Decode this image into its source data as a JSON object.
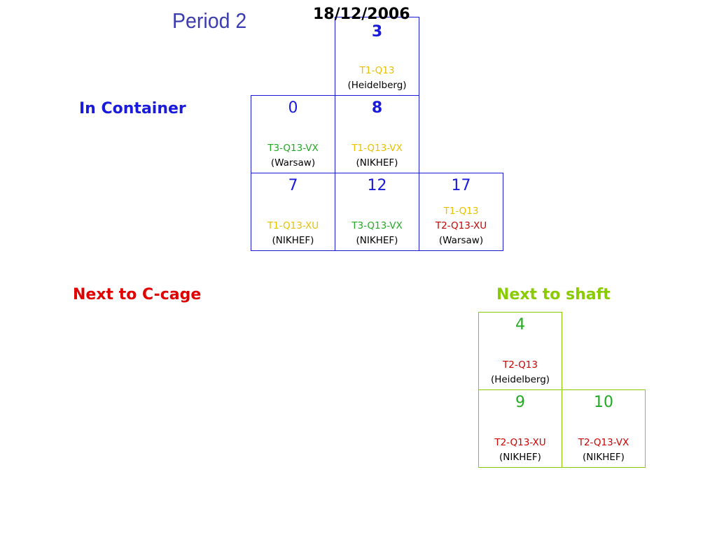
{
  "header": {
    "period": "Period 2",
    "date": "18/12/2006"
  },
  "colors": {
    "title_blue": "#3d3db2",
    "cell_blue": "#1a1adc",
    "t1_yellow": "#e8c000",
    "t2_red": "#cc0000",
    "t3_green": "#22aa22",
    "shaft_green": "#88cc00",
    "cage_red": "#e00000"
  },
  "container": {
    "label": "In Container",
    "cells": [
      {
        "number": "3",
        "lines": [
          "T1-Q13",
          "(Heidelberg)"
        ]
      },
      {
        "number": "0",
        "lines": [
          "T3-Q13-VX",
          "(Warsaw)"
        ]
      },
      {
        "number": "8",
        "lines": [
          "T1-Q13-VX",
          "(NIKHEF)"
        ]
      },
      {
        "number": "7",
        "lines": [
          "T1-Q13-XU",
          "(NIKHEF)"
        ]
      },
      {
        "number": "12",
        "lines": [
          "T3-Q13-VX",
          "(NIKHEF)"
        ]
      },
      {
        "number": "17",
        "lines": [
          "T1-Q13",
          "T2-Q13-XU",
          "(Warsaw)"
        ]
      }
    ]
  },
  "c_cage": {
    "label": "Next to C-cage"
  },
  "shaft": {
    "label": "Next to shaft",
    "cells": [
      {
        "number": "4",
        "lines": [
          "T2-Q13",
          "(Heidelberg)"
        ]
      },
      {
        "number": "9",
        "lines": [
          "T2-Q13-XU",
          "(NIKHEF)"
        ]
      },
      {
        "number": "10",
        "lines": [
          "T2-Q13-VX",
          "(NIKHEF)"
        ]
      }
    ]
  }
}
